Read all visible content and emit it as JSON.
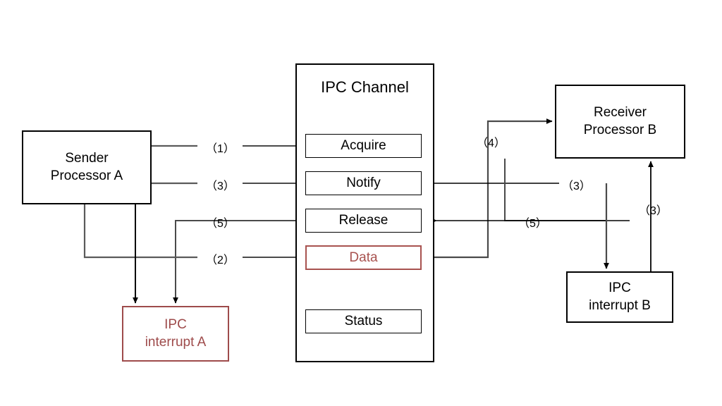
{
  "diagram": {
    "title_box_label": "IPC Channel",
    "colors": {
      "stroke_black": "#000000",
      "stroke_gray": "#5a5a5a",
      "accent_red": "#9e4b4b",
      "data_red": "#a8524f",
      "background": "#ffffff"
    },
    "boxes": {
      "sender": {
        "line1": "Sender",
        "line2": "Processor A"
      },
      "receiver": {
        "line1": "Receiver",
        "line2": "Processor B"
      },
      "interrupt_a": {
        "line1": "IPC",
        "line2": "interrupt A"
      },
      "interrupt_b": {
        "line1": "IPC",
        "line2": "interrupt B"
      }
    },
    "channel_slots": [
      {
        "label": "Acquire"
      },
      {
        "label": "Notify"
      },
      {
        "label": "Release"
      },
      {
        "label": "Data"
      },
      {
        "label": "Status"
      }
    ],
    "step_labels": {
      "left_acquire": "（1）",
      "left_notify": "（3）",
      "left_release": "（5）",
      "left_data": "（2）",
      "right_to_receiver": "（4）",
      "right_notify": "（3）",
      "right_release": "（5）",
      "right_interrupt": "（3）"
    }
  }
}
